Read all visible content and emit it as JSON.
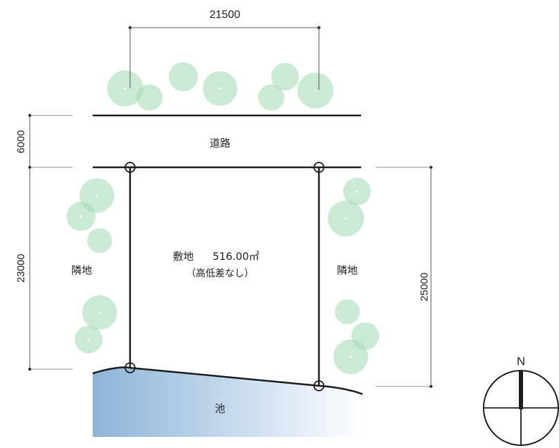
{
  "dimensions": {
    "top_width": "21500",
    "road_width": "6000",
    "left_depth": "23000",
    "right_depth": "25000"
  },
  "labels": {
    "road": "道路",
    "site_name": "敷地",
    "site_area": "516.00㎡",
    "site_note": "（高低差なし）",
    "neighbor_left": "隣地",
    "neighbor_right": "隣地",
    "pond": "池",
    "north": "N"
  },
  "colors": {
    "tree": "#9fd8b4",
    "pond_dark": "#8db4d8",
    "pond_light": "#ffffff",
    "line": "#1a1a1a"
  }
}
